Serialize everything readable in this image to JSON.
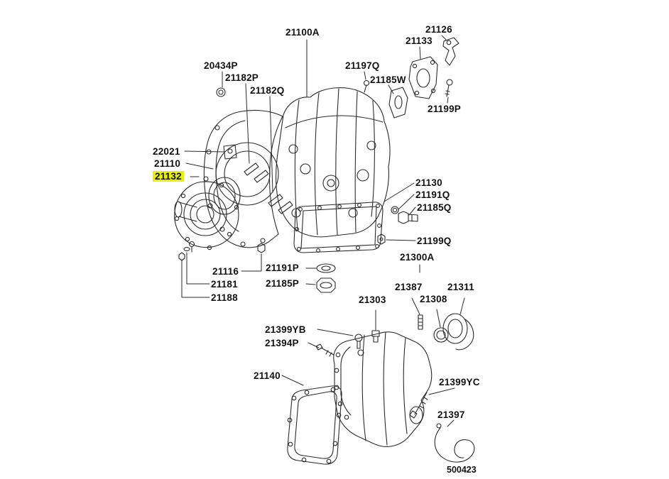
{
  "figure": {
    "drawing_number": "500423",
    "background": "#ffffff",
    "line_color": "#2b2b2b",
    "highlight_color": "#e8f000"
  },
  "labels": [
    {
      "text": "21100A",
      "highlighted": false
    },
    {
      "text": "21126",
      "highlighted": false
    },
    {
      "text": "21133",
      "highlighted": false
    },
    {
      "text": "20434P",
      "highlighted": false
    },
    {
      "text": "21182P",
      "highlighted": false
    },
    {
      "text": "21197Q",
      "highlighted": false
    },
    {
      "text": "21182Q",
      "highlighted": false
    },
    {
      "text": "21185W",
      "highlighted": false
    },
    {
      "text": "21199P",
      "highlighted": false
    },
    {
      "text": "22021",
      "highlighted": false
    },
    {
      "text": "21110",
      "highlighted": false
    },
    {
      "text": "21132",
      "highlighted": true
    },
    {
      "text": "21130",
      "highlighted": false
    },
    {
      "text": "21191Q",
      "highlighted": false
    },
    {
      "text": "21185Q",
      "highlighted": false
    },
    {
      "text": "21199Q",
      "highlighted": false
    },
    {
      "text": "21300A",
      "highlighted": false
    },
    {
      "text": "21116",
      "highlighted": false
    },
    {
      "text": "21191P",
      "highlighted": false
    },
    {
      "text": "21181",
      "highlighted": false
    },
    {
      "text": "21185P",
      "highlighted": false
    },
    {
      "text": "21188",
      "highlighted": false
    },
    {
      "text": "21387",
      "highlighted": false
    },
    {
      "text": "21311",
      "highlighted": false
    },
    {
      "text": "21303",
      "highlighted": false
    },
    {
      "text": "21308",
      "highlighted": false
    },
    {
      "text": "21399YB",
      "highlighted": false
    },
    {
      "text": "21394P",
      "highlighted": false
    },
    {
      "text": "21140",
      "highlighted": false
    },
    {
      "text": "21399YC",
      "highlighted": false
    },
    {
      "text": "21397",
      "highlighted": false
    }
  ]
}
